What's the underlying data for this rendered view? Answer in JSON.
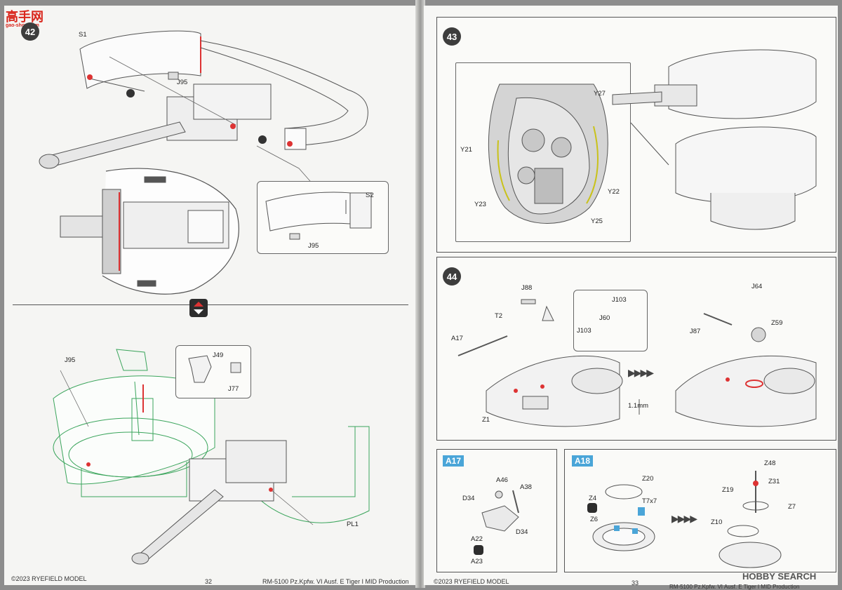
{
  "watermark": {
    "brand": "高手网",
    "sub": "gao-shou.com"
  },
  "left_page": {
    "step42": {
      "number": "42",
      "labels": {
        "s1": "S1",
        "j95_top": "J95",
        "s2": "S2",
        "j95_detail": "J95"
      }
    },
    "step_lower": {
      "labels": {
        "j95": "J95",
        "j49": "J49",
        "j77": "J77",
        "pl1": "PL1"
      }
    },
    "footer": {
      "copyright": "©2023 RYEFIELD MODEL",
      "page_number": "32",
      "kit": "RM-5100 Pz.Kpfw. VI Ausf. E Tiger I MID Production"
    }
  },
  "right_page": {
    "step43": {
      "number": "43",
      "labels": {
        "y27": "Y27",
        "y21": "Y21",
        "y22": "Y22",
        "y23": "Y23",
        "y25": "Y25"
      }
    },
    "step44": {
      "number": "44",
      "labels": {
        "j88": "J88",
        "t2": "T2",
        "a17": "A17",
        "j103a": "J103",
        "j60": "J60",
        "j103b": "J103",
        "z1": "Z1",
        "dim": "1.1mm",
        "j64": "J64",
        "j87": "J87",
        "z59": "Z59"
      }
    },
    "sub_a17": {
      "tag": "A17",
      "labels": {
        "a46": "A46",
        "a38": "A38",
        "d34a": "D34",
        "d34b": "D34",
        "a22": "A22",
        "a23": "A23"
      }
    },
    "sub_a18": {
      "tag": "A18",
      "labels": {
        "z20": "Z20",
        "z4": "Z4",
        "t7x7": "T7x7",
        "z6": "Z6",
        "z48": "Z48",
        "z19": "Z19",
        "z31": "Z31",
        "z7": "Z7",
        "z10": "Z10"
      }
    },
    "footer": {
      "copyright": "©2023 RYEFIELD MODEL",
      "page_number": "33",
      "kit": "RM-5100 Pz.Kpfw. VI Ausf. E Tiger I MID Production"
    },
    "hobby_search": {
      "text": "HOBBY SEARCH"
    }
  }
}
